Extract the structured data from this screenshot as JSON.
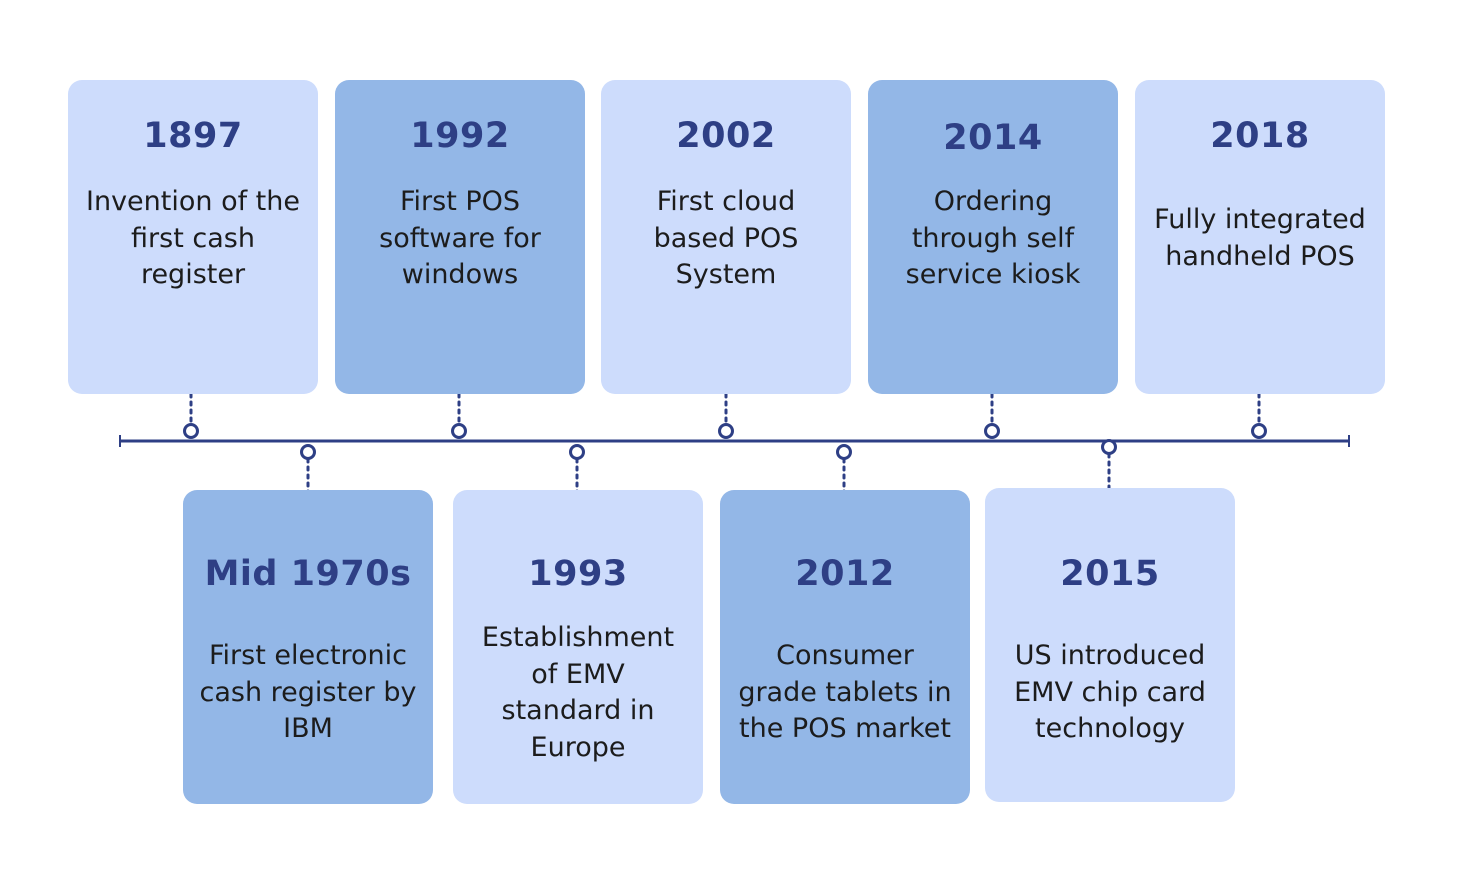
{
  "colors": {
    "light_card": "#cddcfc",
    "dark_card": "#93b7e7",
    "axis": "#2e3f85",
    "year_text": "#2e3f85"
  },
  "events_top": [
    {
      "year": "1897",
      "description": "Invention of the\nfirst cash\nregister"
    },
    {
      "year": "1992",
      "description": "First POS\nsoftware for\nwindows"
    },
    {
      "year": "2002",
      "description": "First cloud\nbased POS\nSystem"
    },
    {
      "year": "2014",
      "description": "Ordering\nthrough self\nservice kiosk"
    },
    {
      "year": "2018",
      "description": "Fully integrated\nhandheld POS"
    }
  ],
  "events_bottom": [
    {
      "year": "Mid 1970s",
      "description": "First electronic\ncash register by\nIBM"
    },
    {
      "year": "1993",
      "description": "Establishment\nof EMV\nstandard in\nEurope"
    },
    {
      "year": "2012",
      "description": "Consumer\ngrade tablets in\nthe POS market"
    },
    {
      "year": "2015",
      "description": "US introduced\nEMV chip card\ntechnology"
    }
  ]
}
